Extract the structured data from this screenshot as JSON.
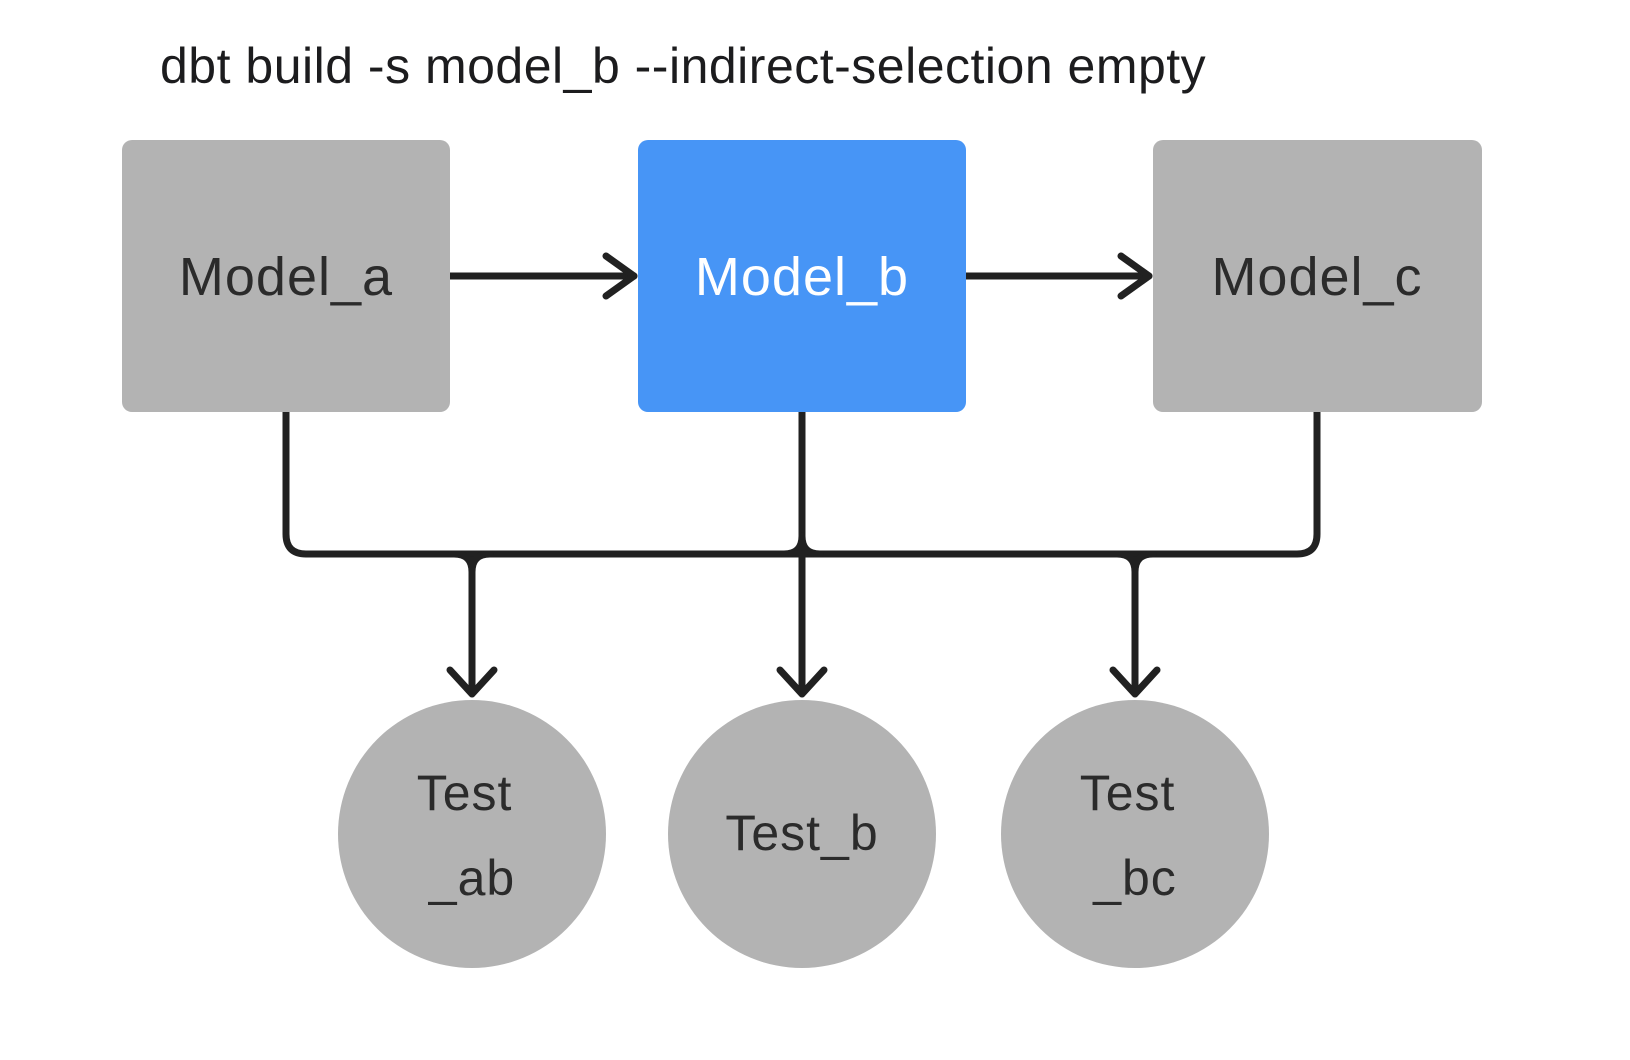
{
  "title": "dbt build -s model_b --indirect-selection empty",
  "colors": {
    "background": "#ffffff",
    "node_gray": "#b3b3b3",
    "selected_blue": "#4795f6",
    "edge": "#212121",
    "label_dark": "#2b2b2b",
    "label_light": "#ffffff",
    "title_color": "#1c1c1e"
  },
  "nodes": {
    "model_a": {
      "label": "Model_a",
      "kind": "model",
      "selected": false
    },
    "model_b": {
      "label": "Model_b",
      "kind": "model",
      "selected": true
    },
    "model_c": {
      "label": "Model_c",
      "kind": "model",
      "selected": false
    },
    "test_ab": {
      "label_lines": [
        "Test",
        "_ab"
      ],
      "kind": "test",
      "selected": false
    },
    "test_b": {
      "label_lines": [
        "Test_b"
      ],
      "kind": "test",
      "selected": false
    },
    "test_bc": {
      "label_lines": [
        "Test",
        "_bc"
      ],
      "kind": "test",
      "selected": false
    }
  },
  "edges": [
    {
      "from": "model_a",
      "to": "model_b"
    },
    {
      "from": "model_b",
      "to": "model_c"
    },
    {
      "from": "model_a",
      "to": "test_ab"
    },
    {
      "from": "model_b",
      "to": "test_ab"
    },
    {
      "from": "model_b",
      "to": "test_b"
    },
    {
      "from": "model_b",
      "to": "test_bc"
    },
    {
      "from": "model_c",
      "to": "test_bc"
    }
  ]
}
